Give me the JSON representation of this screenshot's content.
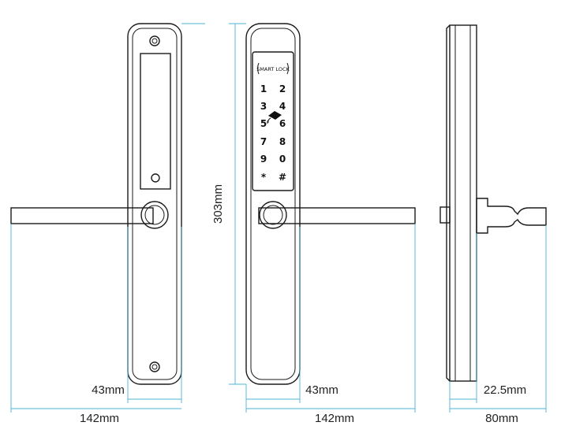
{
  "dimensions": {
    "height_label": "303mm",
    "left_plate_width": "43mm",
    "left_handle_width": "142mm",
    "front_plate_width": "43mm",
    "front_handle_width": "142mm",
    "side_plate_depth": "22.5mm",
    "side_total_depth": "80mm"
  },
  "keypad": {
    "brand": "SMART LOCK",
    "keys": [
      "1",
      "2",
      "3",
      "4",
      "5",
      "6",
      "7",
      "8",
      "9",
      "0",
      "*",
      "#"
    ]
  },
  "colors": {
    "dimension_line": "#4cb3d4",
    "outline": "#1a1a1a"
  }
}
